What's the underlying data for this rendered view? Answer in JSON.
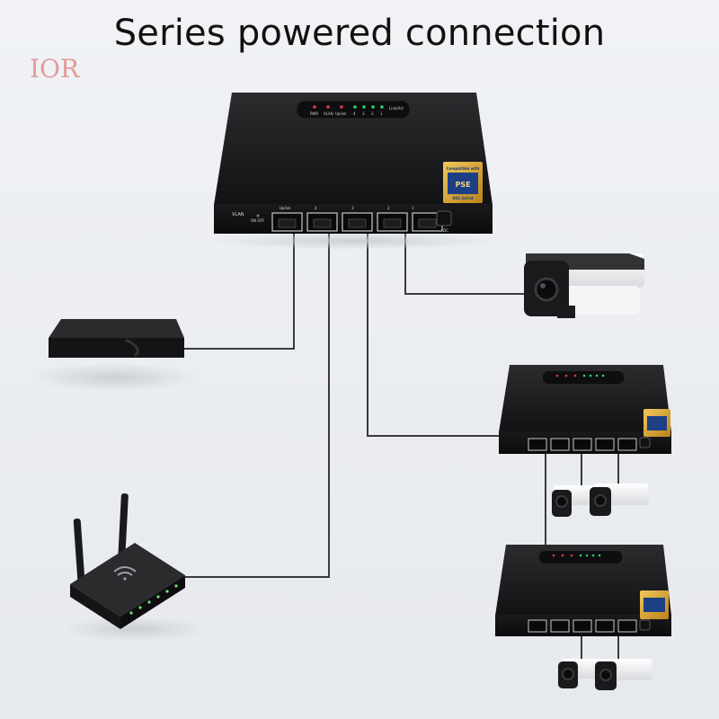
{
  "header": {
    "title": "Series powered connection",
    "brand": "IOR"
  },
  "main_switch": {
    "port_labels": [
      "Uplink",
      "4",
      "3",
      "2",
      "1"
    ],
    "side_labels": [
      "VLAN",
      "ON OFF"
    ],
    "power_label": "DC",
    "led_labels": [
      "PWR",
      "VLAN",
      "Uplink",
      "4",
      "3",
      "2",
      "1",
      "Link/Act"
    ],
    "badge_text": [
      "Compatible with",
      "PSE",
      "802.3af/at"
    ]
  },
  "colors": {
    "background": "#eceff3",
    "device_body": "#1d1d1f",
    "cable": "#3a3a3a",
    "badge_gold": "#d9a62b",
    "led_red": "#e33a3a",
    "led_green": "#2fd36b"
  }
}
